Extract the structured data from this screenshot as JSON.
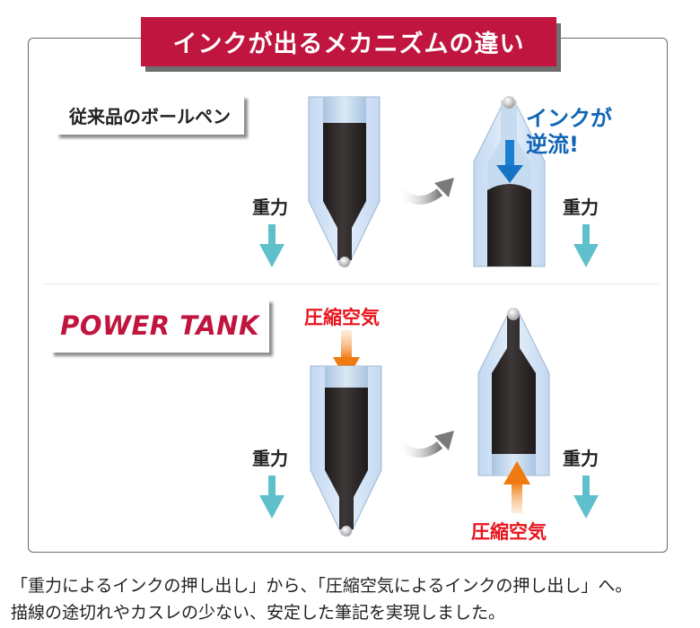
{
  "title": "インクが出るメカニズムの違い",
  "sections": {
    "conventional": {
      "label": "従来品のボールペン",
      "left_pen": {
        "gravity_label": "重力"
      },
      "right_pen": {
        "gravity_label": "重力",
        "backflow_label_line1": "インクが",
        "backflow_label_line2": "逆流!"
      }
    },
    "power_tank": {
      "label": "POWER TANK",
      "left_pen": {
        "gravity_label": "重力",
        "air_label": "圧縮空気"
      },
      "right_pen": {
        "gravity_label": "重力",
        "air_label": "圧縮空気"
      }
    }
  },
  "caption": {
    "line1": "「重力によるインクの押し出し」から、「圧縮空気によるインクの押し出し」へ。",
    "line2": "描線の途切れやカスレの少ない、安定した筆記を実現しました。"
  },
  "colors": {
    "title_bg": "#c0153f",
    "brand_red": "#c0153f",
    "air_label_red": "#e8141c",
    "backflow_blue": "#1165b5",
    "gravity_arrow": "#5fc0cc",
    "air_arrow": "#f07a10",
    "ink": "#2f2b2a",
    "pen_body": "#cfe2f6"
  }
}
